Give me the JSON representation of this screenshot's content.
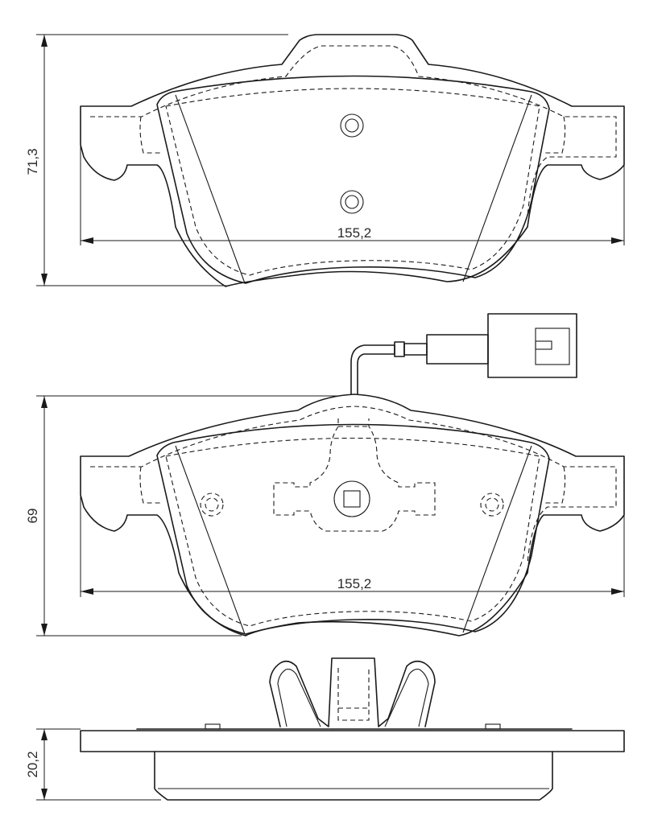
{
  "views": {
    "top": {
      "height_label": "71,3",
      "width_label": "155,2"
    },
    "middle": {
      "height_label": "69",
      "width_label": "155,2"
    },
    "side": {
      "thickness_label": "20,2"
    }
  }
}
